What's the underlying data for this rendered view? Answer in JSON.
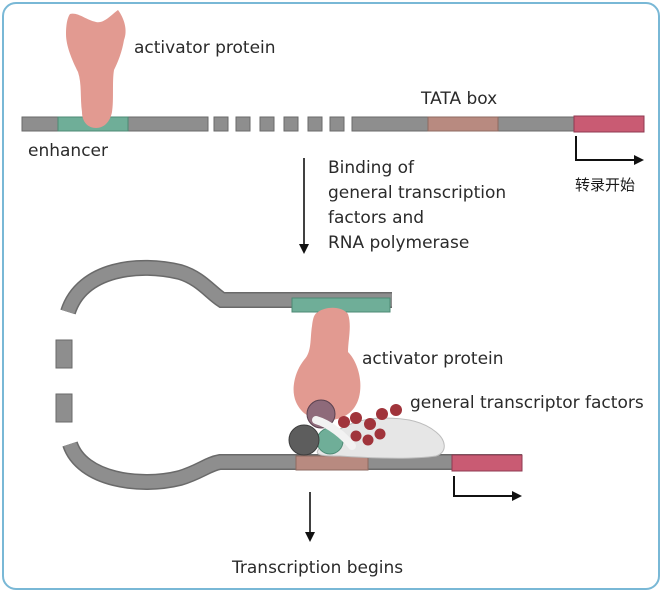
{
  "labels": {
    "activator_top": "activator protein",
    "enhancer": "enhancer",
    "tata_box": "TATA box",
    "start_cn": "转录开始",
    "binding_1": "Binding of",
    "binding_2": "general transcription",
    "binding_3": "factors and",
    "binding_4": "RNA polymerase",
    "activator_bottom": "activator protein",
    "general_factors": "general  transcriptor factors",
    "transcription_begins": "Transcription begins"
  },
  "colors": {
    "dna": "#8e8e8e",
    "dna_outline": "#6a6a6a",
    "enhancer": "#6fae98",
    "tata": "#b88a80",
    "coding": "#c95b73",
    "activator": "#e29a91",
    "factor_dots": "#a0343b",
    "frame": "#79b8d6"
  }
}
